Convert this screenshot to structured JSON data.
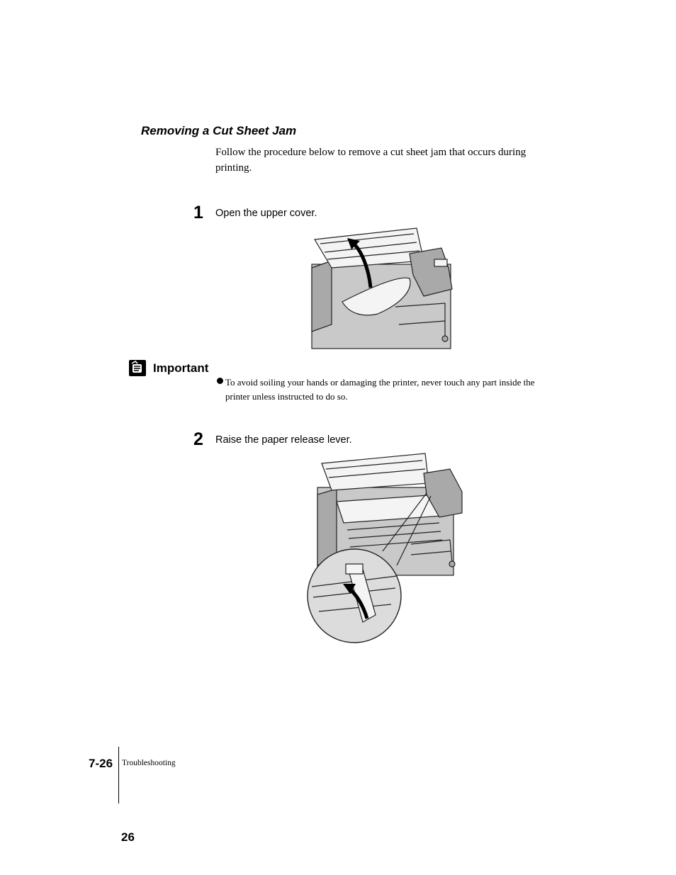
{
  "section": {
    "heading": "Removing a Cut Sheet Jam",
    "intro": "Follow the procedure below to remove a cut sheet jam that occurs during printing."
  },
  "steps": [
    {
      "number": "1",
      "text": "Open the upper cover."
    },
    {
      "number": "2",
      "text": "Raise the paper release lever."
    }
  ],
  "important": {
    "title": "Important",
    "bullet": "To avoid soiling your hands or damaging the printer, never touch any part inside the printer unless instructed to do so."
  },
  "footer": {
    "page_label": "7-26",
    "section_name": "Troubleshooting",
    "page_number": "26"
  },
  "icons": {
    "important": "hand-pointing-icon",
    "arrow": "curved-arrow-icon"
  }
}
